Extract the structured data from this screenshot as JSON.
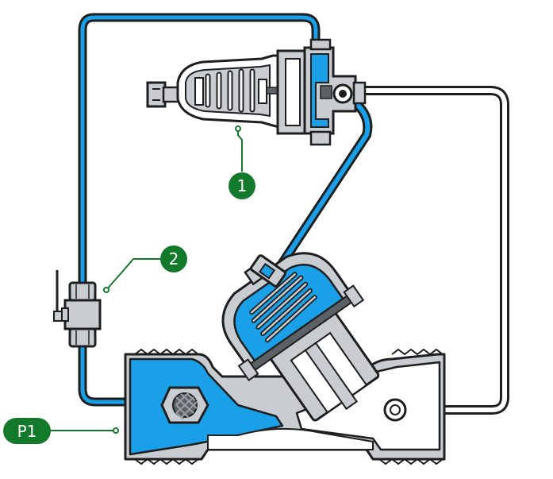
{
  "colors": {
    "fluid_blue": "#1aa0e8",
    "body_gray": "#c9cdd1",
    "outline": "#1e1e1e",
    "callout_green": "#137a2c",
    "background": "#ffffff"
  },
  "callouts": [
    {
      "id": "pilot",
      "label": "1"
    },
    {
      "id": "ball-valve",
      "label": "2"
    },
    {
      "id": "inlet-pressure",
      "label": "P1"
    }
  ]
}
